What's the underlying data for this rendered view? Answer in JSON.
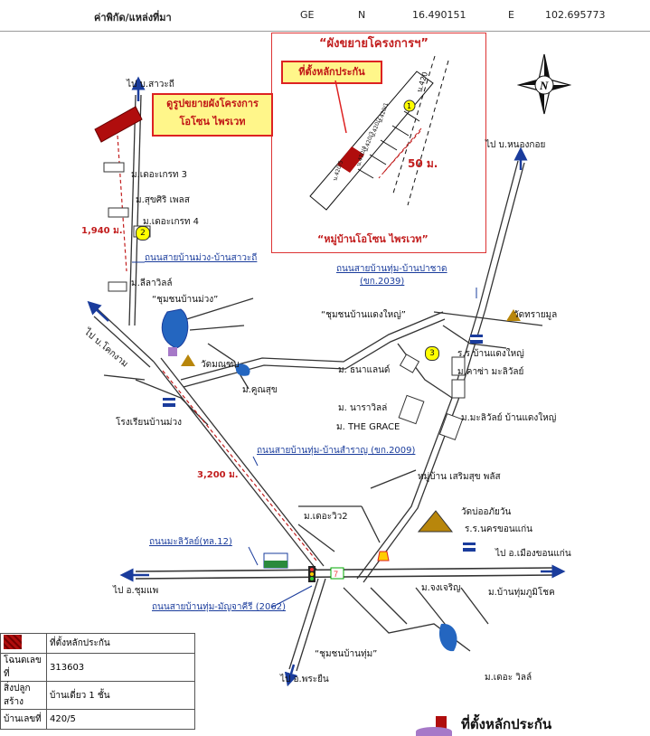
{
  "coordinates_bar": {
    "label": "ค่าพิกัด/แหล่งที่มา",
    "system": "GE",
    "north_label": "N",
    "north_value": "16.490151",
    "east_label": "E",
    "east_value": "102.695773"
  },
  "inset": {
    "title": "“ผังขยายโครงการฯ”",
    "callout": "ที่ตั้งหลักประกัน",
    "distance": "50 ม.",
    "caption": "“หมู่บ้านโอโซน ไพรเวท”",
    "plots": [
      "น.420",
      "น.420/1",
      "น.420/2",
      "น.420/3",
      "น.420/4",
      "น.420/5"
    ],
    "plot_marker": "1"
  },
  "compass_label": "N",
  "callout_main": {
    "line1": "ดูรูปขยายผังโครงการ",
    "line2": "โอโซน ไพรเวท"
  },
  "places": {
    "to_sawathi": "ไป บ.สาวะถี",
    "to_nongkoi": "ไป บ.หนองกอย",
    "to_khok_ngam": "ไป บ.โคกงาม",
    "to_chumphae": "ไป อ.ชุมแพ",
    "to_phra_yuen": "ไป อ.พระยืน",
    "to_mueang_khonkaen": "ไป อ.เมืองขอนแก่น",
    "the_greet_3": "ม.เดอะเกรท 3",
    "suksiri_place": "ม.สุขศิริ เพลส",
    "the_greet_4": "ม.เดอะเกรท 4",
    "lilavil": "ม.ลีลาวิลล์",
    "chumchon_ban_muang": "“ชุมชนบ้านม่วง”",
    "wat_nanthaphop": "วัดมณฑบ",
    "khun_suk": "ม.คูณสุข",
    "school_ban_muang": "โรงเรียนบ้านม่วง",
    "chumchon_daeng_yai": "“ชุมชนบ้านแดงใหญ่”",
    "wat_sai_mun": "วัดทรายมูล",
    "school_daeng_yai": "ร.ร.บ้านแดงใหญ่",
    "kasa_maliwan": "ม.คาซ่า มะลิวัลย์",
    "thanaland": "ม. ธนาแลนด์",
    "naraville": "ม. นาราวิลล่",
    "the_grace": "ม. THE GRACE",
    "maliwan_daeng_yai": "ม.มะลิวัลย์ บ้านแดงใหญ่",
    "soemsuk_plus": "หมู่บ้าน เสริมสุข พลัส",
    "wat_bo_aphaiwan": "วัดบ่ออภัยวัน",
    "school_nakhon_khonkaen": "ร.ร.นครขอนแก่น",
    "the_ville_2": "ม.เดอะวิว2",
    "jong_charoen": "ม.จงเจริญ",
    "ban_thum_phumichok": "ม.บ้านทุ่มภูมิโชค",
    "chumchon_ban_thum": "“ชุมชนบ้านทุ่ม”",
    "the_ville": "ม.เดอะ วิลล์"
  },
  "roads": {
    "muang_sawathi": "ถนนสายบ้านม่วง-บ้านสาวะถี",
    "thum_pachat": "ถนนสายบ้านทุ่ม-บ้านปาชาด",
    "thum_pachat_code": "(ขก.2039)",
    "thum_samran": "ถนนสายบ้านทุ่ม-บ้านสำราญ (ขก.2009)",
    "maliwan": "ถนนมะลิวัลย์(ทล.12)",
    "thum_manchakhiri": "ถนนสายบ้านทุ่ม-มัญจาคีรี (2062)"
  },
  "distances": {
    "d1": "1,940 ม.",
    "d2": "3,200 ม."
  },
  "markers": [
    "1",
    "2",
    "3"
  ],
  "legend": {
    "rows": [
      {
        "label": "",
        "value": "ที่ตั้งหลักประกัน"
      },
      {
        "label": "โฉนดเลขที่",
        "value": "313603"
      },
      {
        "label": "สิ่งปลูกสร้าง",
        "value": "บ้านเดี่ยว 1 ชั้น"
      },
      {
        "label": "บ้านเลขที่",
        "value": "420/5"
      }
    ]
  },
  "bottom_label": "ที่ตั้งหลักประกัน",
  "colors": {
    "road_blue": "#1a3c9c",
    "marker_red": "#b00d0d",
    "callout_yellow": "#fff68a",
    "inset_border": "#dd3333"
  }
}
